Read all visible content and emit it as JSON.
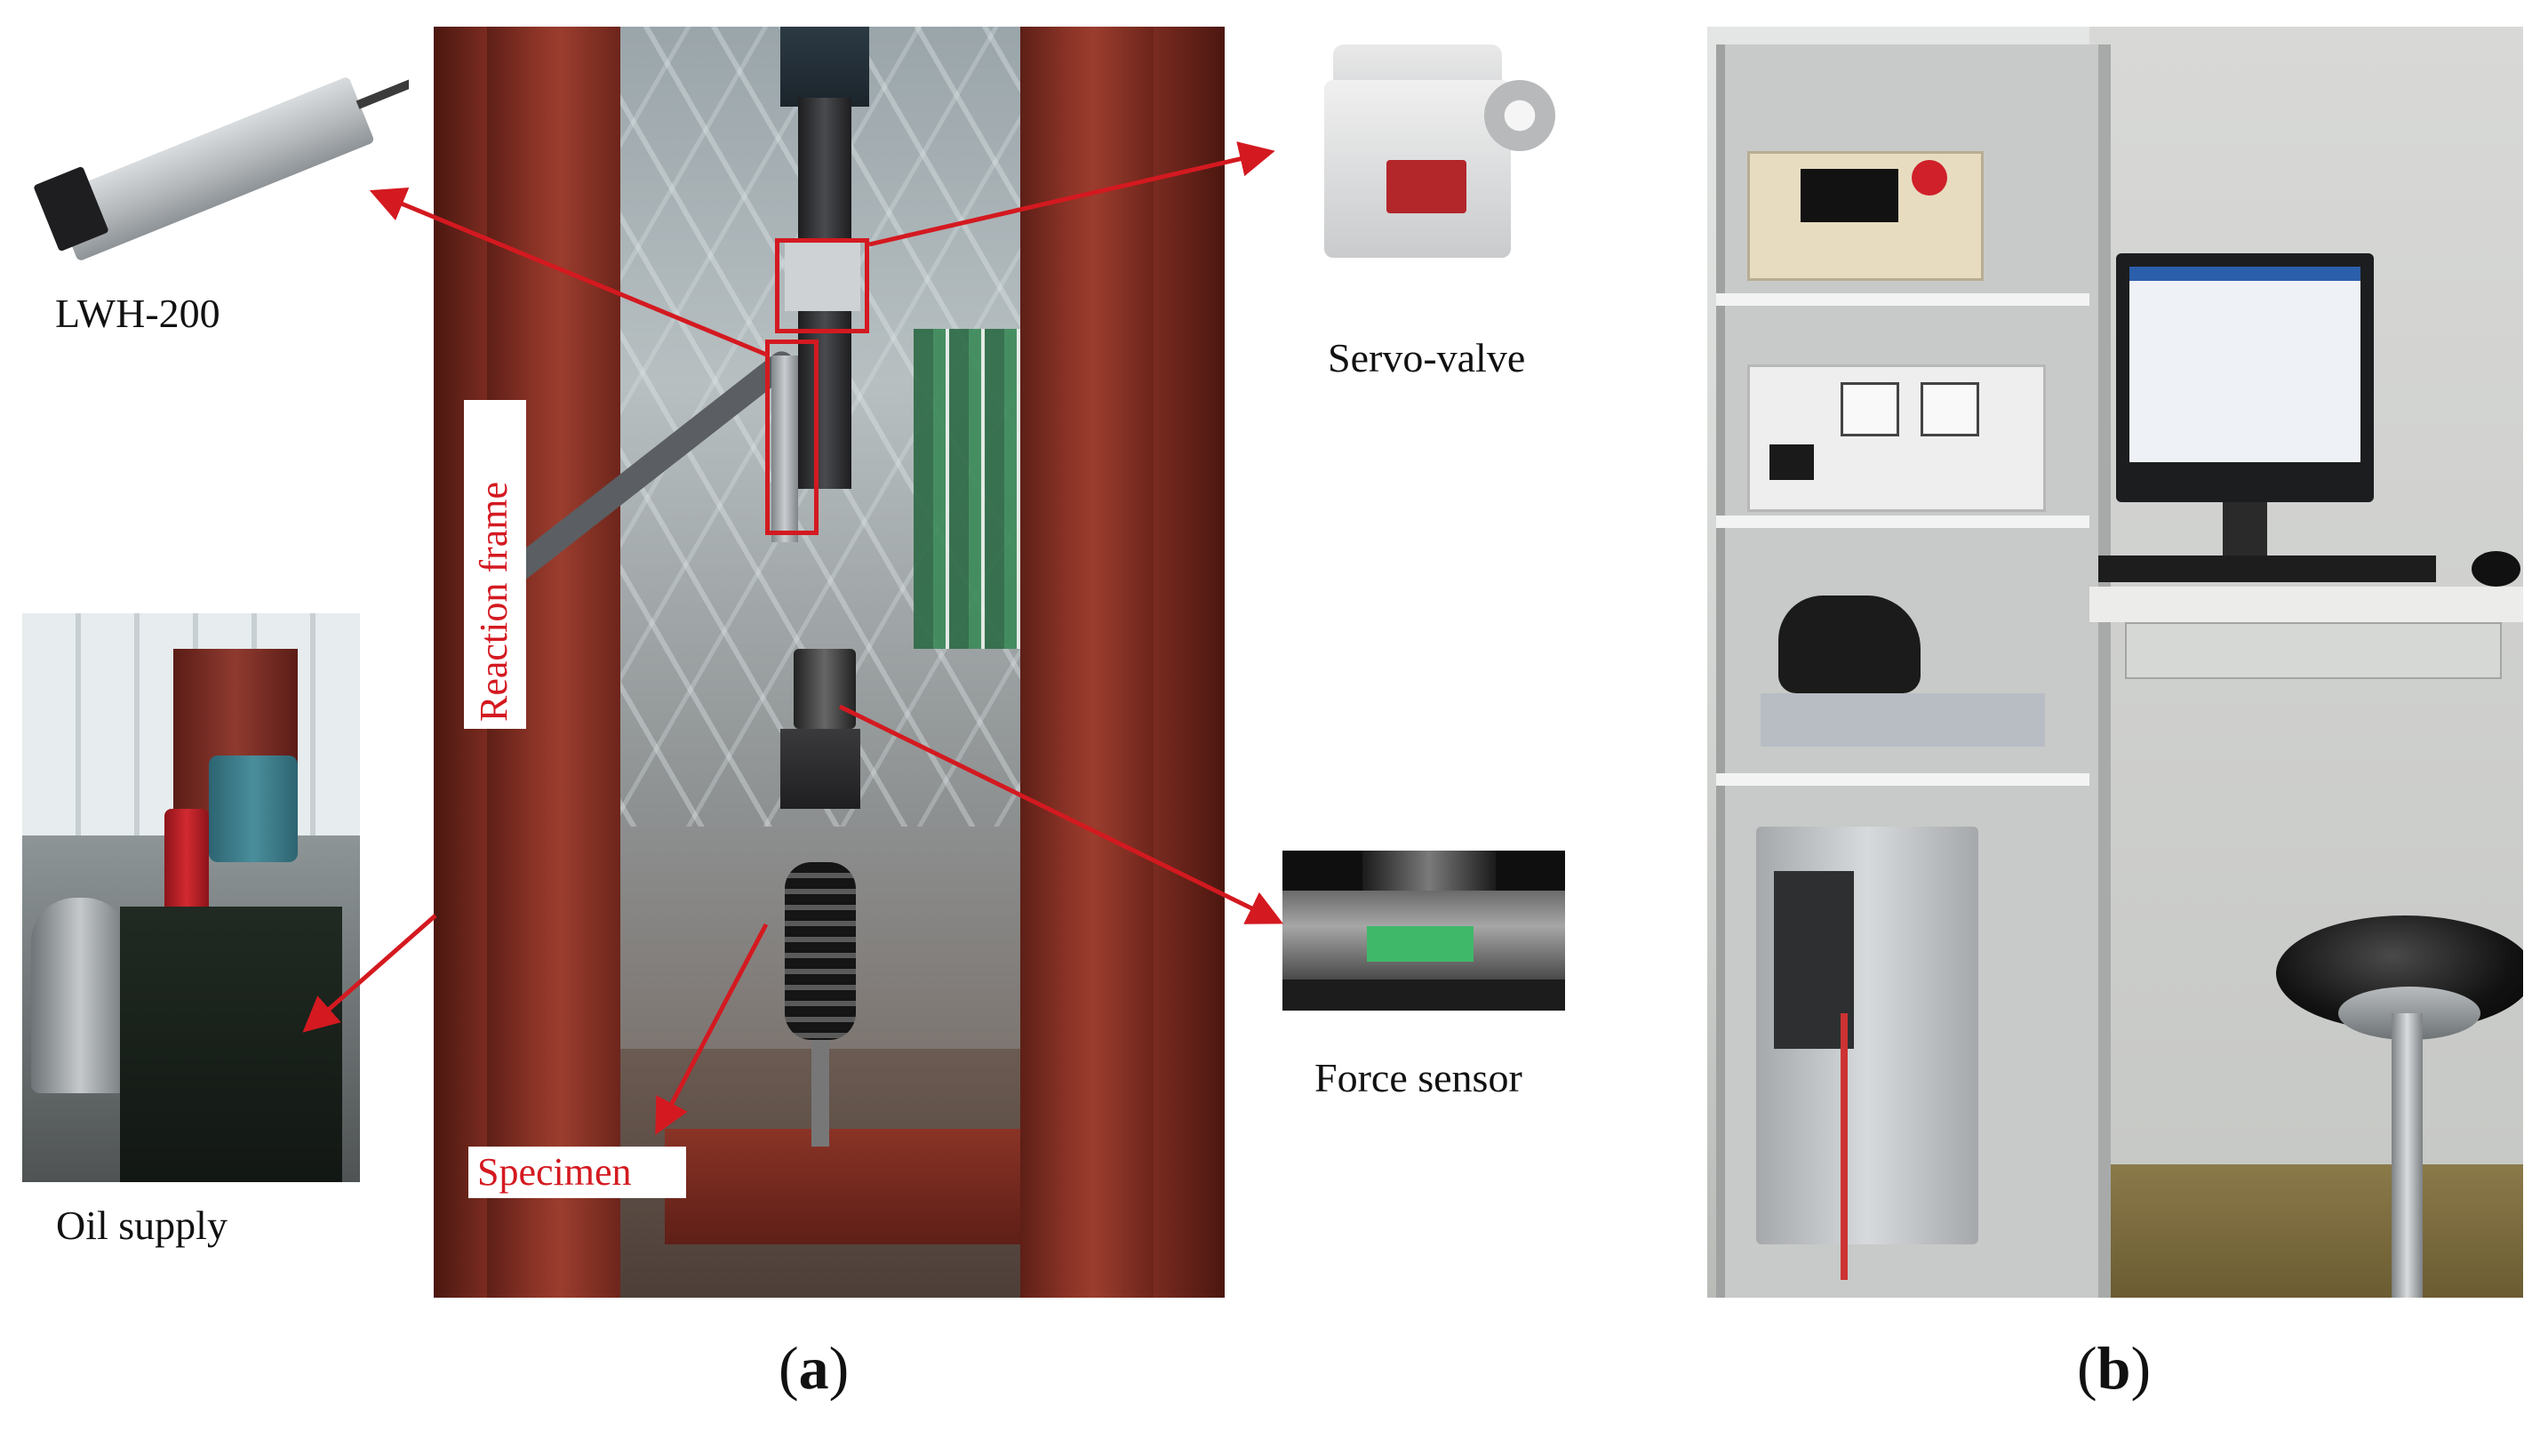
{
  "labels": {
    "lvdt": "LWH-200",
    "servo_valve": "Servo-valve",
    "force_sensor": "Force sensor",
    "oil_supply": "Oil supply",
    "reaction_frame": "Reaction frame",
    "specimen": "Specimen"
  },
  "captions": {
    "a_open": "(",
    "a_letter": "a",
    "a_close": ")",
    "b_open": "(",
    "b_letter": "b",
    "b_close": ")"
  },
  "colors": {
    "annotation_red": "#d41920",
    "text_black": "#111111"
  }
}
